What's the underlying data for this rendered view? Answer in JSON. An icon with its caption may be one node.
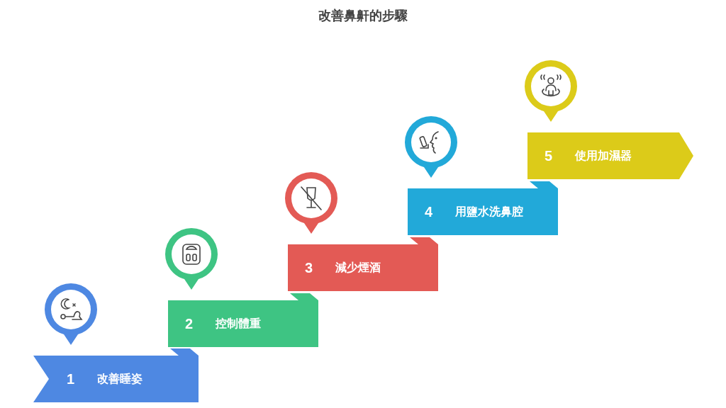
{
  "diagram": {
    "title": "改善鼻鼾的步驟",
    "nodes": [
      {
        "text": [
          "1",
          "改善睡姿"
        ]
      },
      {
        "text": [
          "2",
          "控制體重"
        ]
      },
      {
        "text": [
          "3",
          "減少煙酒"
        ]
      },
      {
        "text": [
          "4",
          "用鹽水洗鼻腔"
        ]
      },
      {
        "text": [
          "5",
          "使用加濕器"
        ]
      }
    ],
    "edges": []
  }
}
